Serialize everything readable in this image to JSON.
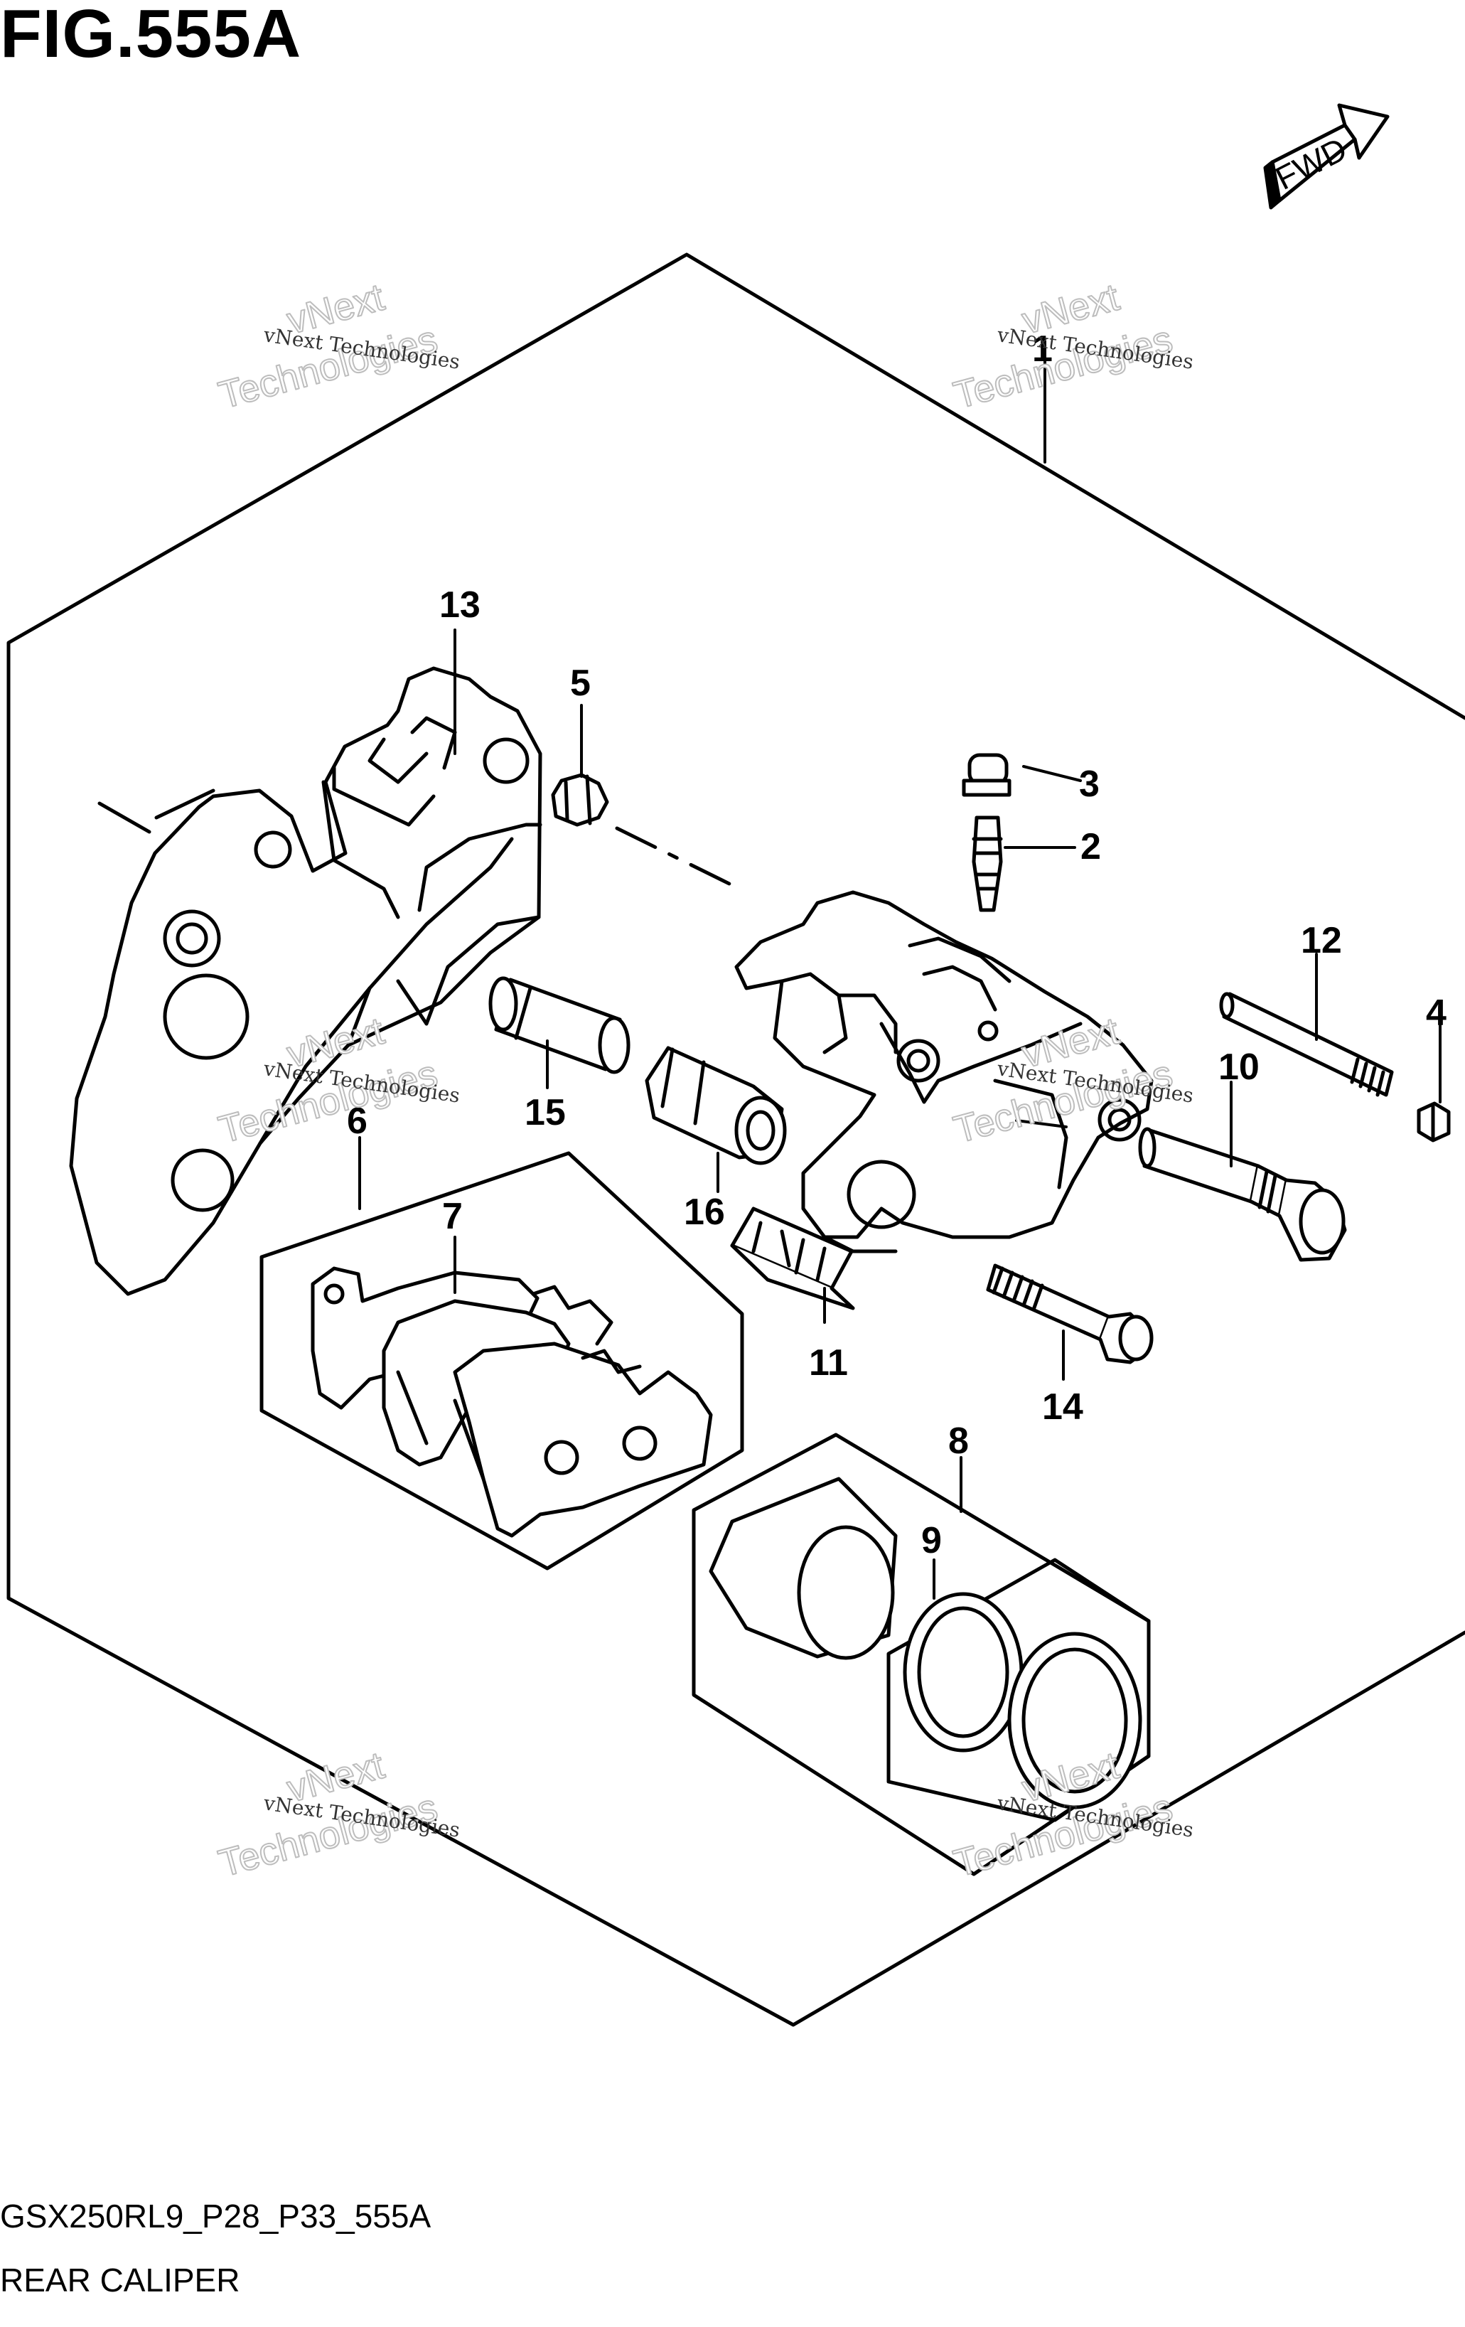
{
  "figure": {
    "title": "FIG.555A",
    "drawing_code": "GSX250RL9_P28_P33_555A",
    "name": "REAR CALIPER",
    "direction_label": "FWD"
  },
  "callouts": [
    "1",
    "2",
    "3",
    "4",
    "5",
    "6",
    "7",
    "8",
    "9",
    "10",
    "11",
    "12",
    "13",
    "14",
    "15",
    "16"
  ],
  "watermark": {
    "line1": "vNext Technologies",
    "line2": "vNext",
    "line3": "Technologies"
  }
}
